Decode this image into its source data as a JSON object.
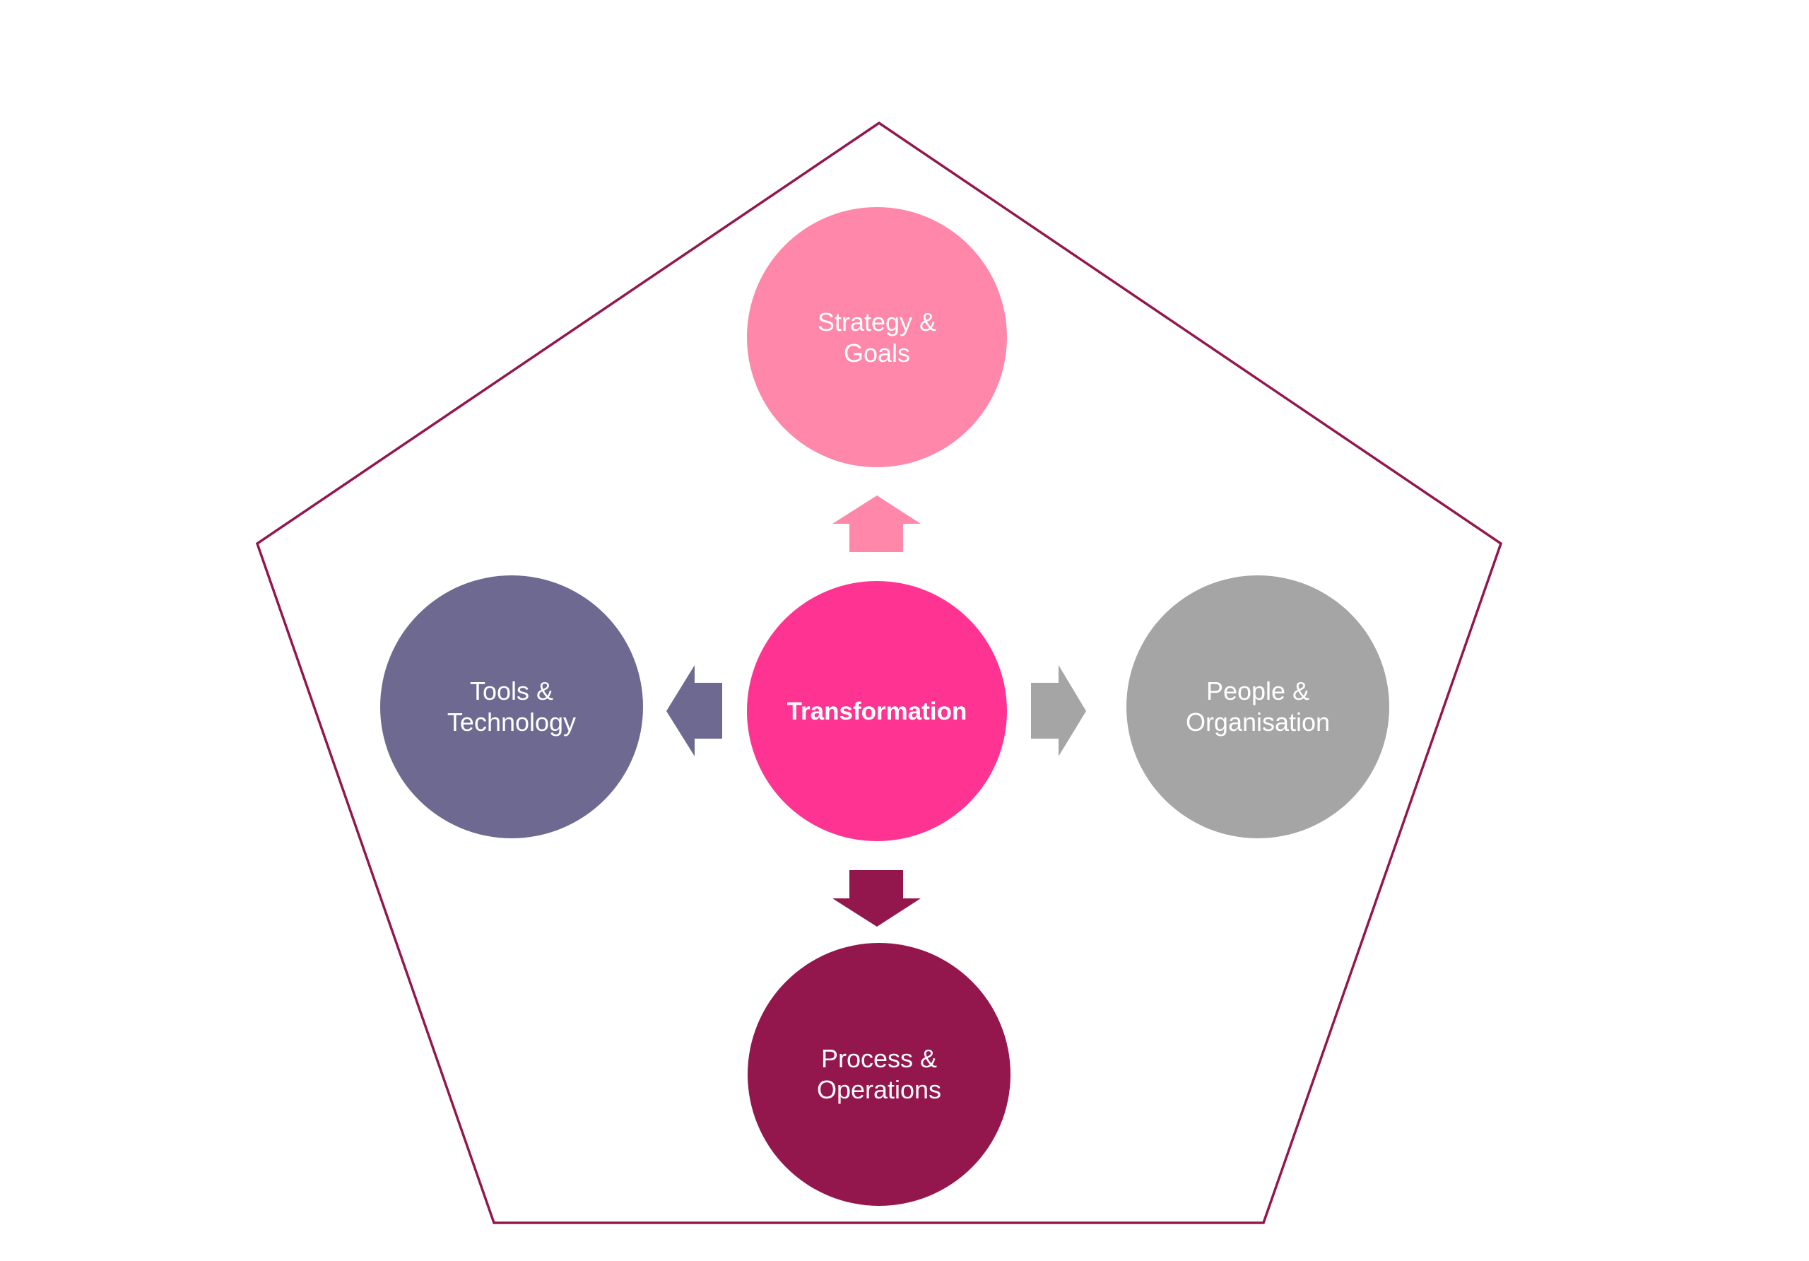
{
  "diagram": {
    "title": "",
    "shape": "pentagon",
    "frame_color": "#93174D",
    "center": {
      "id": "transformation",
      "lines": [
        "Transformation"
      ],
      "color": "#FF3391",
      "bold": true
    },
    "nodes": [
      {
        "id": "strategy-goals",
        "direction": "up",
        "lines": [
          "Strategy &",
          "Goals"
        ],
        "color": "#FF87A9"
      },
      {
        "id": "tools-technology",
        "direction": "left",
        "lines": [
          "Tools &",
          "Technology"
        ],
        "color": "#6E6990"
      },
      {
        "id": "people-organisation",
        "direction": "right",
        "lines": [
          "People &",
          "Organisation"
        ],
        "color": "#A5A5A5"
      },
      {
        "id": "process-operations",
        "direction": "down",
        "lines": [
          "Process &",
          "Operations"
        ],
        "color": "#93174D"
      }
    ],
    "edges": [
      {
        "from": "transformation",
        "to": "strategy-goals",
        "color": "#FF87A9"
      },
      {
        "from": "transformation",
        "to": "tools-technology",
        "color": "#6E6990"
      },
      {
        "from": "transformation",
        "to": "people-organisation",
        "color": "#A5A5A5"
      },
      {
        "from": "transformation",
        "to": "process-operations",
        "color": "#93174D"
      }
    ]
  }
}
